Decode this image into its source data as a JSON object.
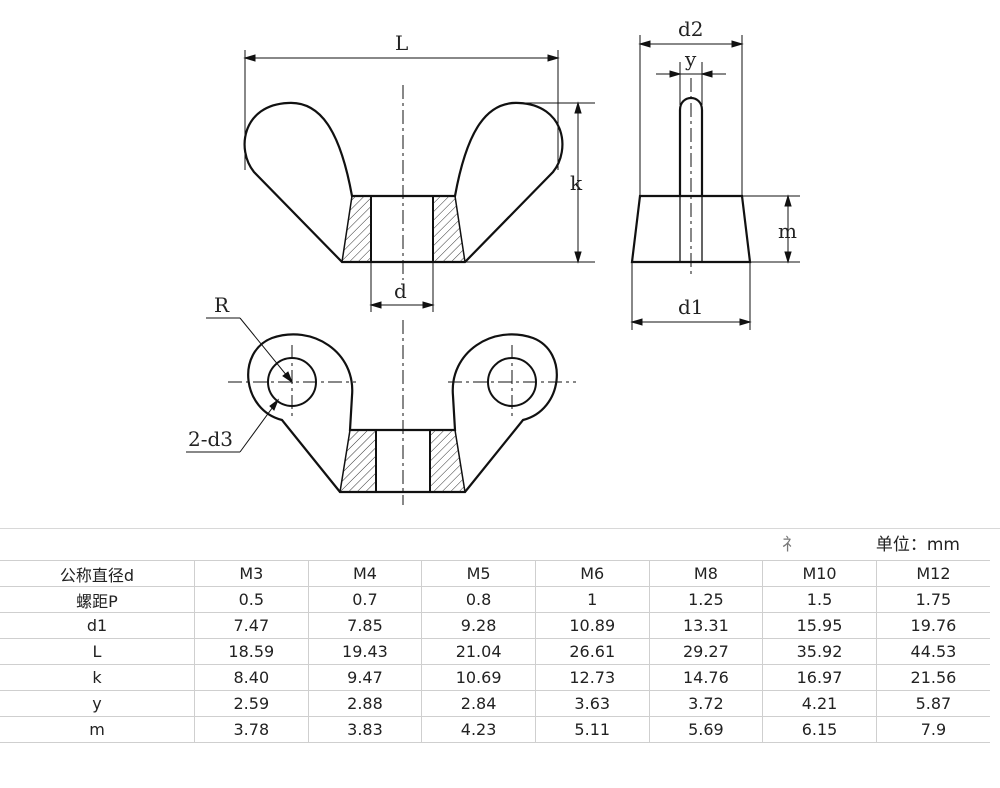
{
  "drawing": {
    "labels": {
      "L": "L",
      "k": "k",
      "d": "d",
      "d2": "d2",
      "y": "y",
      "m": "m",
      "d1": "d1",
      "R": "R",
      "d3": "2-d3"
    }
  },
  "unit": {
    "label": "单位：mm",
    "partial": "礻"
  },
  "table": {
    "rows": [
      {
        "name": "公称直径d",
        "values": [
          "M3",
          "M4",
          "M5",
          "M6",
          "M8",
          "M10",
          "M12"
        ]
      },
      {
        "name": "螺距P",
        "values": [
          "0.5",
          "0.7",
          "0.8",
          "1",
          "1.25",
          "1.5",
          "1.75"
        ]
      },
      {
        "name": "d1",
        "values": [
          "7.47",
          "7.85",
          "9.28",
          "10.89",
          "13.31",
          "15.95",
          "19.76"
        ]
      },
      {
        "name": "L",
        "values": [
          "18.59",
          "19.43",
          "21.04",
          "26.61",
          "29.27",
          "35.92",
          "44.53"
        ]
      },
      {
        "name": "k",
        "values": [
          "8.40",
          "9.47",
          "10.69",
          "12.73",
          "14.76",
          "16.97",
          "21.56"
        ]
      },
      {
        "name": "y",
        "values": [
          "2.59",
          "2.88",
          "2.84",
          "3.63",
          "3.72",
          "4.21",
          "5.87"
        ]
      },
      {
        "name": "m",
        "values": [
          "3.78",
          "3.83",
          "4.23",
          "5.11",
          "5.69",
          "6.15",
          "7.9"
        ]
      }
    ]
  }
}
